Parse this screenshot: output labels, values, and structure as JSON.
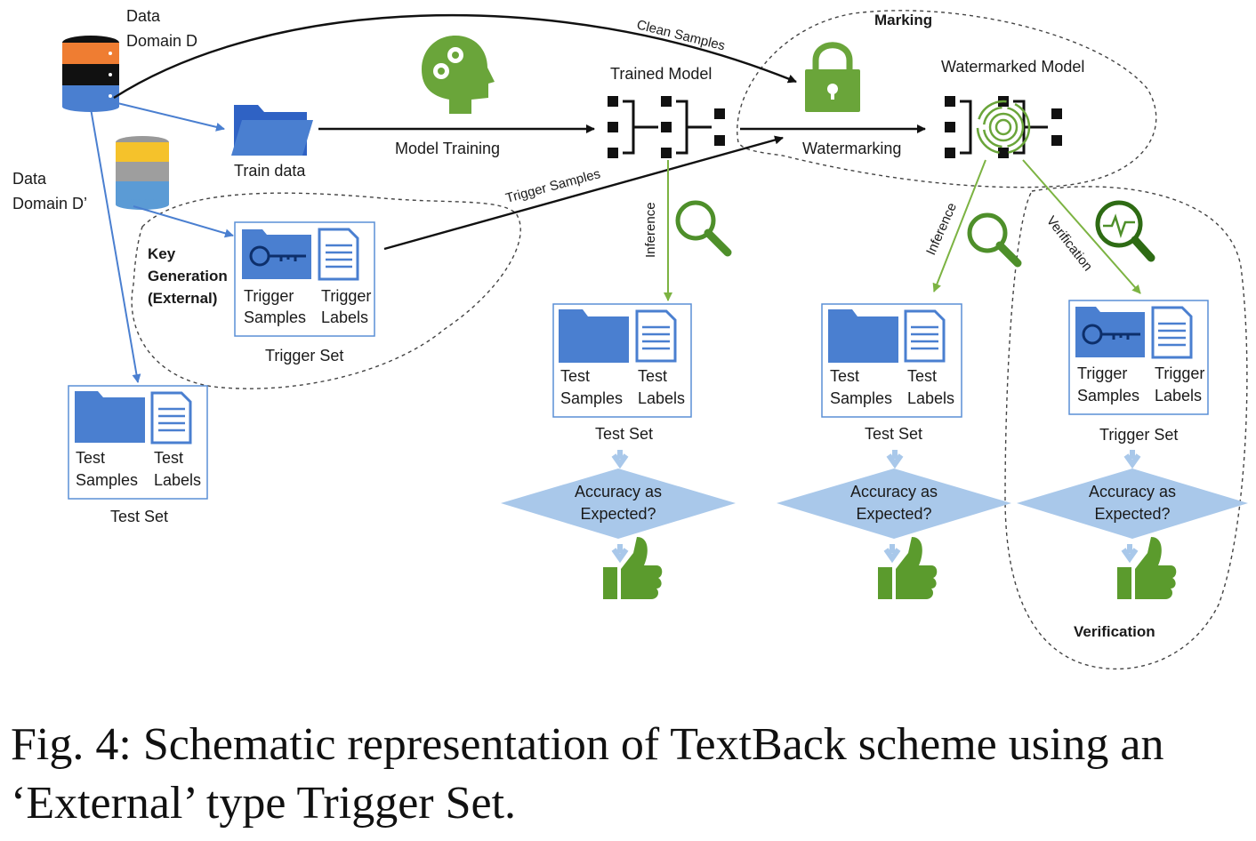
{
  "data_domain_d": [
    "Data",
    "Domain D"
  ],
  "data_domain_d2": [
    "Data",
    "Domain D’"
  ],
  "train_data": "Train data",
  "model_training": "Model Training",
  "trained_model": "Trained Model",
  "clean_samples": "Clean Samples",
  "marking": "Marking",
  "watermarked_model": "Watermarked Model",
  "watermarking": "Watermarking",
  "trigger_samples_arrow": "Trigger Samples",
  "key_generation": [
    "Key",
    "Generation",
    "(External)"
  ],
  "trigger_set_left": {
    "samples": [
      "Trigger",
      "Samples"
    ],
    "labels": [
      "Trigger",
      "Labels"
    ],
    "caption": "Trigger Set"
  },
  "test_set_left": {
    "samples": [
      "Test",
      "Samples"
    ],
    "labels": [
      "Test",
      "Labels"
    ],
    "caption": "Test Set"
  },
  "inference_1": "Inference",
  "inference_2": "Inference",
  "verification_arrow": "Verification",
  "test_set_1": {
    "samples": [
      "Test",
      "Samples"
    ],
    "labels": [
      "Test",
      "Labels"
    ],
    "caption": "Test Set"
  },
  "test_set_2": {
    "samples": [
      "Test",
      "Samples"
    ],
    "labels": [
      "Test",
      "Labels"
    ],
    "caption": "Test Set"
  },
  "trigger_set_right": {
    "samples": [
      "Trigger",
      "Samples"
    ],
    "labels": [
      "Trigger",
      "Labels"
    ],
    "caption": "Trigger Set"
  },
  "decision_1": [
    "Accuracy as",
    "Expected?"
  ],
  "decision_2": [
    "Accuracy as",
    "Expected?"
  ],
  "decision_3": [
    "Accuracy as",
    "Expected?"
  ],
  "verification_region": "Verification",
  "caption": [
    "Fig. 4: Schematic representation of TextBack scheme using an",
    "‘External’ type Trigger Set."
  ],
  "colors": {
    "blue": "#4a7fd0",
    "green": "#6aa53a",
    "diamond": "#a9c8ea",
    "orange": "#ef7d32",
    "yellow": "#f5c22b",
    "gray": "#9e9e9e"
  }
}
